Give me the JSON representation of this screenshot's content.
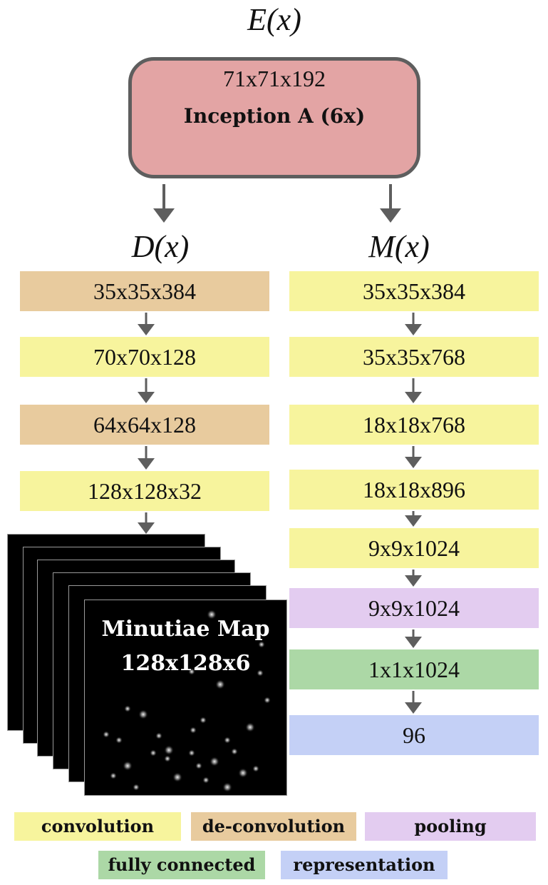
{
  "encoder": {
    "label": "E(x)",
    "dims": "71x71x192",
    "name": "Inception A (6x)",
    "color": "#e3a4a4"
  },
  "decoder": {
    "label": "D(x)",
    "layers": [
      {
        "dims": "35x35x384",
        "type": "de-convolution"
      },
      {
        "dims": "70x70x128",
        "type": "convolution"
      },
      {
        "dims": "64x64x128",
        "type": "de-convolution"
      },
      {
        "dims": "128x128x32",
        "type": "convolution"
      }
    ],
    "output": {
      "title": "Minutiae Map",
      "dims": "128x128x6"
    }
  },
  "matcher": {
    "label": "M(x)",
    "layers": [
      {
        "dims": "35x35x384",
        "type": "convolution"
      },
      {
        "dims": "35x35x768",
        "type": "convolution"
      },
      {
        "dims": "18x18x768",
        "type": "convolution"
      },
      {
        "dims": "18x18x896",
        "type": "convolution"
      },
      {
        "dims": "9x9x1024",
        "type": "convolution"
      },
      {
        "dims": "9x9x1024",
        "type": "pooling"
      },
      {
        "dims": "1x1x1024",
        "type": "fully connected"
      },
      {
        "dims": "96",
        "type": "representation"
      }
    ]
  },
  "legend": [
    {
      "label": "convolution",
      "color": "#f7f49d"
    },
    {
      "label": "de-convolution",
      "color": "#e8cb9e"
    },
    {
      "label": "pooling",
      "color": "#e3ccf0"
    },
    {
      "label": "fully connected",
      "color": "#acd8a6"
    },
    {
      "label": "representation",
      "color": "#c4d0f6"
    }
  ],
  "colors": {
    "arrow": "#5e5e5e",
    "border": "#5e5e5e"
  }
}
